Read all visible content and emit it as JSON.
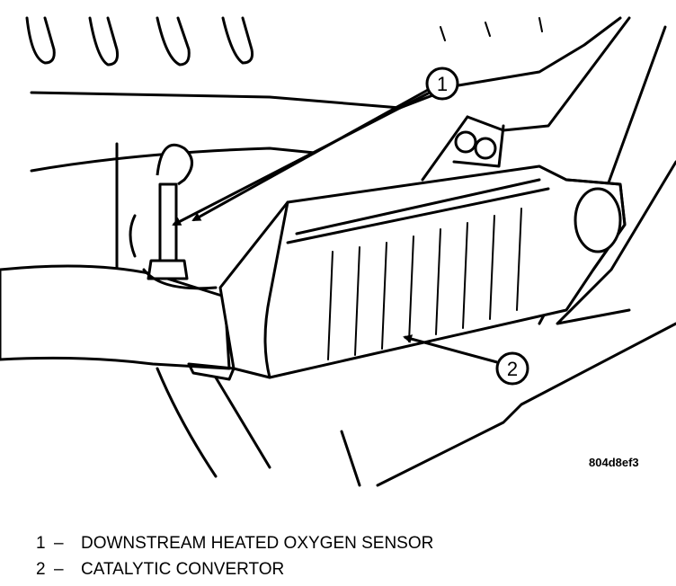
{
  "figure_id": "804d8ef3",
  "callouts": [
    {
      "number": "1"
    },
    {
      "number": "2"
    }
  ],
  "legend": [
    {
      "number": "1",
      "separator": "–",
      "label": "DOWNSTREAM HEATED OXYGEN SENSOR"
    },
    {
      "number": "2",
      "separator": "–",
      "label": "CATALYTIC CONVERTOR"
    }
  ]
}
